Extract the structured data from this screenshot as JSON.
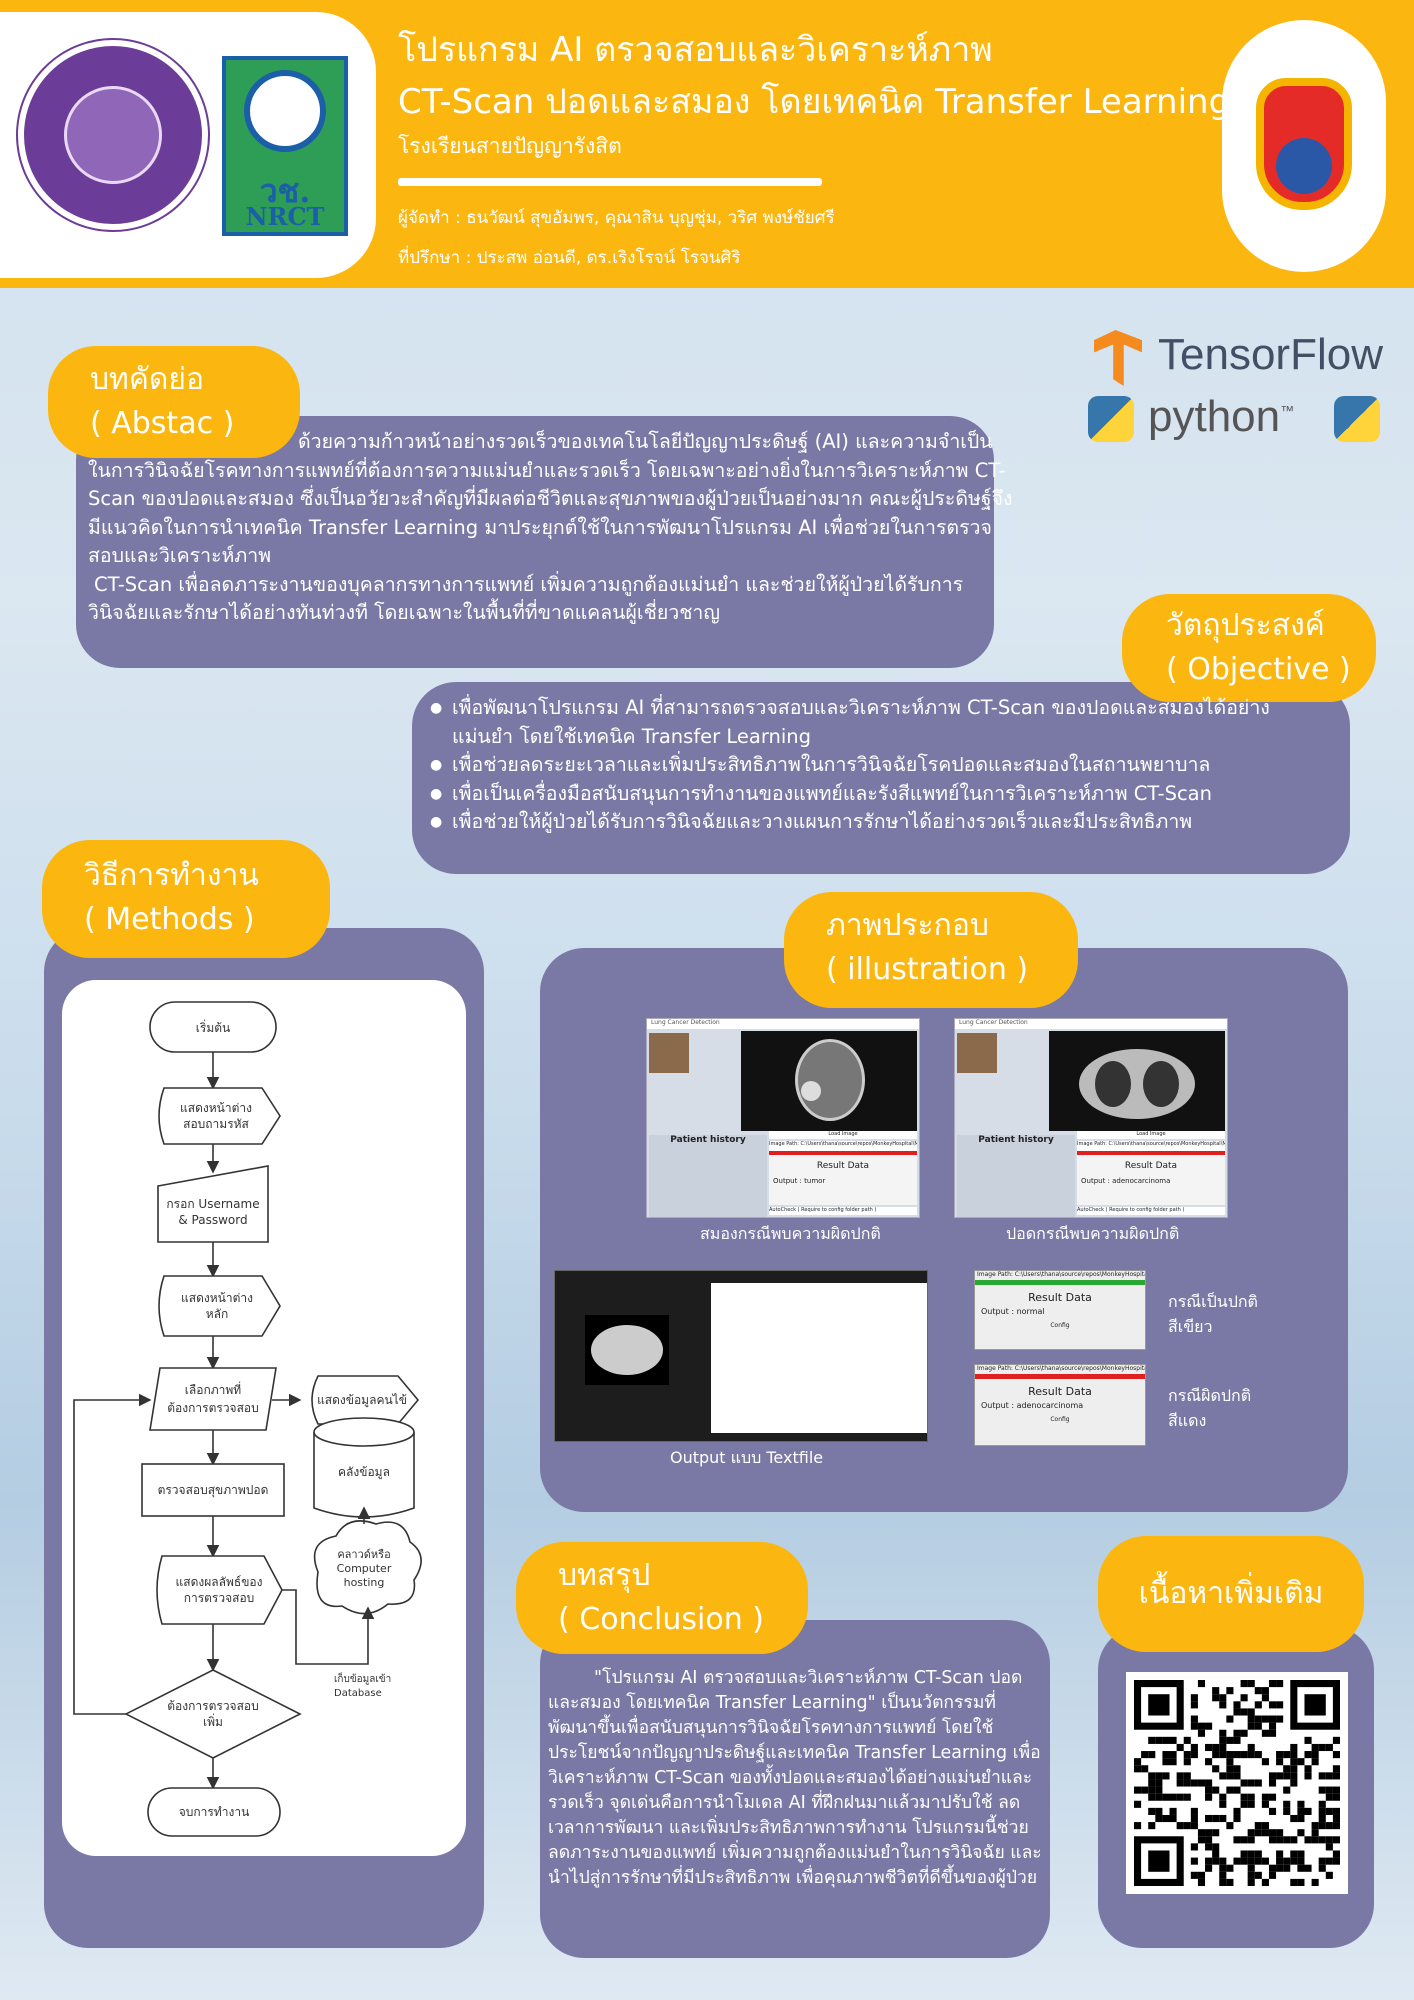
{
  "header": {
    "title_line1": "โปรแกรม AI ตรวจสอบและวิเคราะห์ภาพ",
    "title_line2": "CT-Scan ปอดและสมอง โดยเทคนิค Transfer Learning",
    "school": "โรงเรียนสายปัญญารังสิต",
    "authors": "ผู้จัดทำ : ธนวัฒน์ สุขอัมพร, คุณาสิน บุญชุ่ม, วริศ พงษ์ชัยศรี",
    "advisor": "ที่ปรึกษา : ประสพ อ่อนดี, ดร.เริงโรจน์ โรจนศิริ",
    "nrct_thai": "วช.",
    "nrct_en": "NRCT"
  },
  "tech_logos": {
    "tensorflow": "TensorFlow",
    "python": "python",
    "python_tm": "™"
  },
  "abstract": {
    "title": "บทคัดย่อ",
    "subtitle": "( Abstac )",
    "para1": "ด้วยความก้าวหน้าอย่างรวดเร็วของเทคโนโลยีปัญญาประดิษฐ์ (AI) และความจำเป็นในการวินิจฉัยโรคทางการแพทย์ที่ต้องการความแม่นยำและรวดเร็ว โดยเฉพาะอย่างยิ่งในการวิเคราะห์ภาพ CT-Scan ของปอดและสมอง ซึ่งเป็นอวัยวะสำคัญที่มีผลต่อชีวิตและสุขภาพของผู้ป่วยเป็นอย่างมาก คณะผู้ประดิษฐ์จึงมีแนวคิดในการนำเทคนิค Transfer Learning มาประยุกต์ใช้ในการพัฒนาโปรแกรม AI เพื่อช่วยในการตรวจสอบและวิเคราะห์ภาพ",
    "para2": "CT-Scan เพื่อลดภาระงานของบุคลากรทางการแพทย์ เพิ่มความถูกต้องแม่นยำ และช่วยให้ผู้ป่วยได้รับการวินิจฉัยและรักษาได้อย่างทันท่วงที โดยเฉพาะในพื้นที่ที่ขาดแคลนผู้เชี่ยวชาญ"
  },
  "objective": {
    "title": "วัตถุประสงค์",
    "subtitle": "( Objective )",
    "items": [
      "เพื่อพัฒนาโปรแกรม AI ที่สามารถตรวจสอบและวิเคราะห์ภาพ CT-Scan ของปอดและสมองได้อย่างแม่นยำ โดยใช้เทคนิค Transfer Learning",
      "เพื่อช่วยลดระยะเวลาและเพิ่มประสิทธิภาพในการวินิจฉัยโรคปอดและสมองในสถานพยาบาล",
      "เพื่อเป็นเครื่องมือสนับสนุนการทำงานของแพทย์และรังสีแพทย์ในการวิเคราะห์ภาพ CT-Scan",
      "เพื่อช่วยให้ผู้ป่วยได้รับการวินิจฉัยและวางแผนการรักษาได้อย่างรวดเร็วและมีประสิทธิภาพ"
    ]
  },
  "methods": {
    "title": "วิธีการทำงาน",
    "subtitle": "( Methods )",
    "flow": {
      "start": "เริ่มต้น",
      "login_screen_1": "แสดงหน้าต่าง",
      "login_screen_2": "สอบถามรหัส",
      "input_1": "กรอก Username",
      "input_2": "& Password",
      "main_1": "แสดงหน้าต่าง",
      "main_2": "หลัก",
      "select_1": "เลือกภาพที่",
      "select_2": "ต้องการตรวจสอบ",
      "show_person": "แสดงข้อมูลคนไข้",
      "check_lung": "ตรวจสอบสุขภาพปอด",
      "database": "คลังข้อมูล",
      "cloud_1": "คลาวด์หรือ",
      "cloud_2": "Computer",
      "cloud_3": "hosting",
      "result_1": "แสดงผลลัพธ์ของ",
      "result_2": "การตรวจสอบ",
      "save_1": "เก็บข้อมูลเข้า",
      "save_2": "Database",
      "decision_1": "ต้องการตรวจสอบ",
      "decision_2": "เพิ่ม",
      "end": "จบการทำงาน"
    }
  },
  "illustration": {
    "title": "ภาพประกอบ",
    "subtitle": "( illustration )",
    "cap_brain": "สมองกรณีพบความผิดปกติ",
    "cap_lung": "ปอดกรณีพบความผิดปกติ",
    "cap_text": "Output แบบ Textfile",
    "cap_normal_1": "กรณีเป็นปกติ",
    "cap_normal_2": "สีเขียว",
    "cap_abnormal_1": "กรณีผิดปกติ",
    "cap_abnormal_2": "สีแดง",
    "screen": {
      "result_label": "Result Data",
      "output_prefix": "Output :",
      "out_tumor": "tumor",
      "out_adeno": "adenocarcinoma",
      "out_normal": "normal",
      "patient_history": "Patient history",
      "config": "Config",
      "autocheck": "AutoCheck ( Require to config folder path )",
      "image_path": "Image Path: C:\\Users\\thana\\source\\repos\\MonkeyHospital\\Monkey",
      "app_title": "Lung Cancer Detection",
      "load_image": "Load Image"
    }
  },
  "conclusion": {
    "title": "บทสรุป",
    "subtitle": "( Conclusion )",
    "text": "\"โปรแกรม AI ตรวจสอบและวิเคราะห์ภาพ CT-Scan ปอดและสมอง โดยเทคนิค Transfer Learning\" เป็นนวัตกรรมที่พัฒนาขึ้นเพื่อสนับสนุนการวินิจฉัยโรคทางการแพทย์ โดยใช้ประโยชน์จากปัญญาประดิษฐ์และเทคนิค Transfer Learning เพื่อวิเคราะห์ภาพ CT-Scan ของทั้งปอดและสมองได้อย่างแม่นยำและรวดเร็ว จุดเด่นคือการนำโมเดล AI ที่ฝึกฝนมาแล้วมาปรับใช้ ลดเวลาการพัฒนา และเพิ่มประสิทธิภาพการทำงาน โปรแกรมนี้ช่วยลดภาระงานของแพทย์ เพิ่มความถูกต้องแม่นยำในการวินิจฉัย และนำไปสู่การรักษาที่มีประสิทธิภาพ เพื่อคุณภาพชีวิตที่ดีขึ้นของผู้ป่วย"
  },
  "more": {
    "title": "เนื้อหาเพิ่มเติม"
  },
  "colors": {
    "accent": "#fbb610",
    "panel": "#7a79a5",
    "normal": "#2aa834",
    "abnormal": "#e02020"
  }
}
